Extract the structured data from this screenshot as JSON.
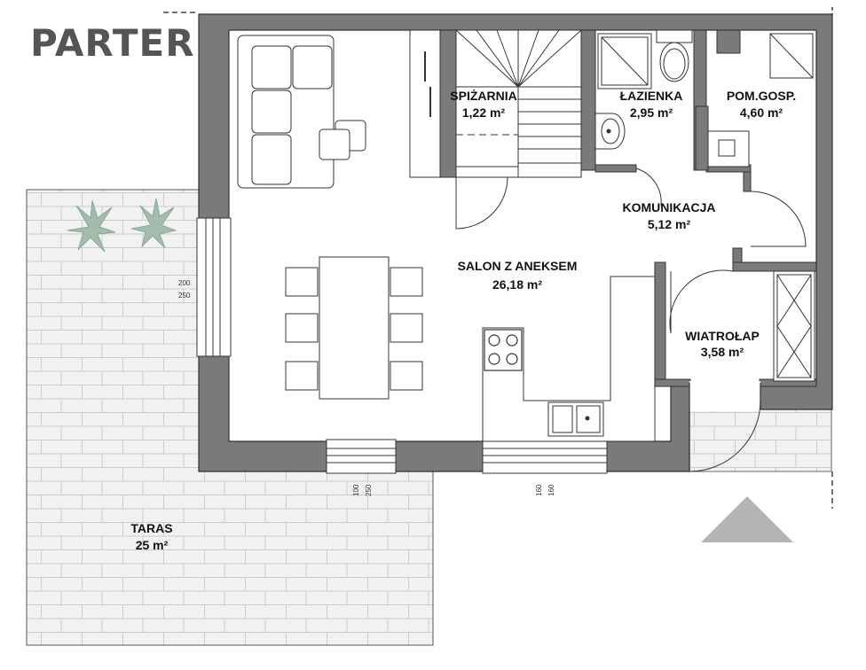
{
  "plan_title": "PARTER",
  "rooms": [
    {
      "id": "spizarnia",
      "name": "SPIŻARNIA",
      "area": "1,22 m²"
    },
    {
      "id": "lazienka",
      "name": "ŁAZIENKA",
      "area": "2,95 m²"
    },
    {
      "id": "pom-gosp",
      "name": "POM.GOSP.",
      "area": "4,60 m²"
    },
    {
      "id": "komunikacja",
      "name": "KOMUNIKACJA",
      "area": "5,12 m²"
    },
    {
      "id": "salon",
      "name": "SALON Z ANEKSEM",
      "area": "26,18 m²"
    },
    {
      "id": "wiatrolap",
      "name": "WIATROŁAP",
      "area": "3,58 m²"
    },
    {
      "id": "taras",
      "name": "TARAS",
      "area": "25 m²"
    }
  ],
  "dimensions": {
    "window_west": [
      "200",
      "250"
    ],
    "window_south_left": [
      "100",
      "250"
    ],
    "window_south_kitchen": [
      "160",
      "160"
    ]
  },
  "colors": {
    "wall": "#7a7a7a",
    "wall_stroke": "#333333",
    "terrace_fill": "#f1f1f1",
    "terrace_grid": "#c8c8c8",
    "title": "#555555",
    "north_arrow": "#b3b3b3",
    "plant": "#9db5a6"
  },
  "icons": [
    "north-arrow-icon",
    "plant-icon",
    "stove-icon",
    "sink-icon",
    "toilet-icon",
    "shower-icon",
    "stair-icon",
    "sofa-icon",
    "dining-table-icon"
  ]
}
